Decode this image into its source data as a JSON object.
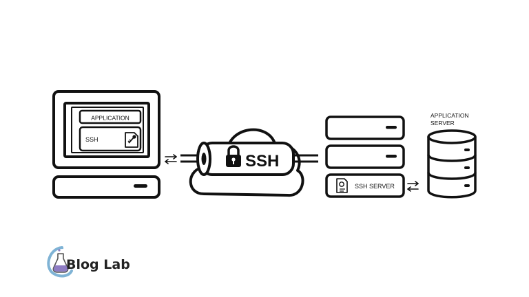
{
  "colors": {
    "stroke": "#111111",
    "background": "#ffffff",
    "brand_accent": "#7fb3d5",
    "brand_flask": "#8e7cc3",
    "brand_text": "#222222"
  },
  "client": {
    "application_label": "APPLICATION",
    "ssh_label": "SSH",
    "key_icon": "key-file-icon"
  },
  "tunnel": {
    "label": "SSH",
    "lock_icon": "padlock-icon",
    "cloud_icon": "cloud-icon"
  },
  "server_rack": {
    "ssh_server_label": "SSH SERVER",
    "cert_icon": "certificate-file-icon"
  },
  "app_server": {
    "label_line1": "APPLICATION",
    "label_line2": "SERVER",
    "icon": "database-icon"
  },
  "arrows": {
    "icon": "bidirectional-arrows-icon"
  },
  "brand": {
    "name": "Blog Lab",
    "icon": "flask-logo-icon"
  }
}
